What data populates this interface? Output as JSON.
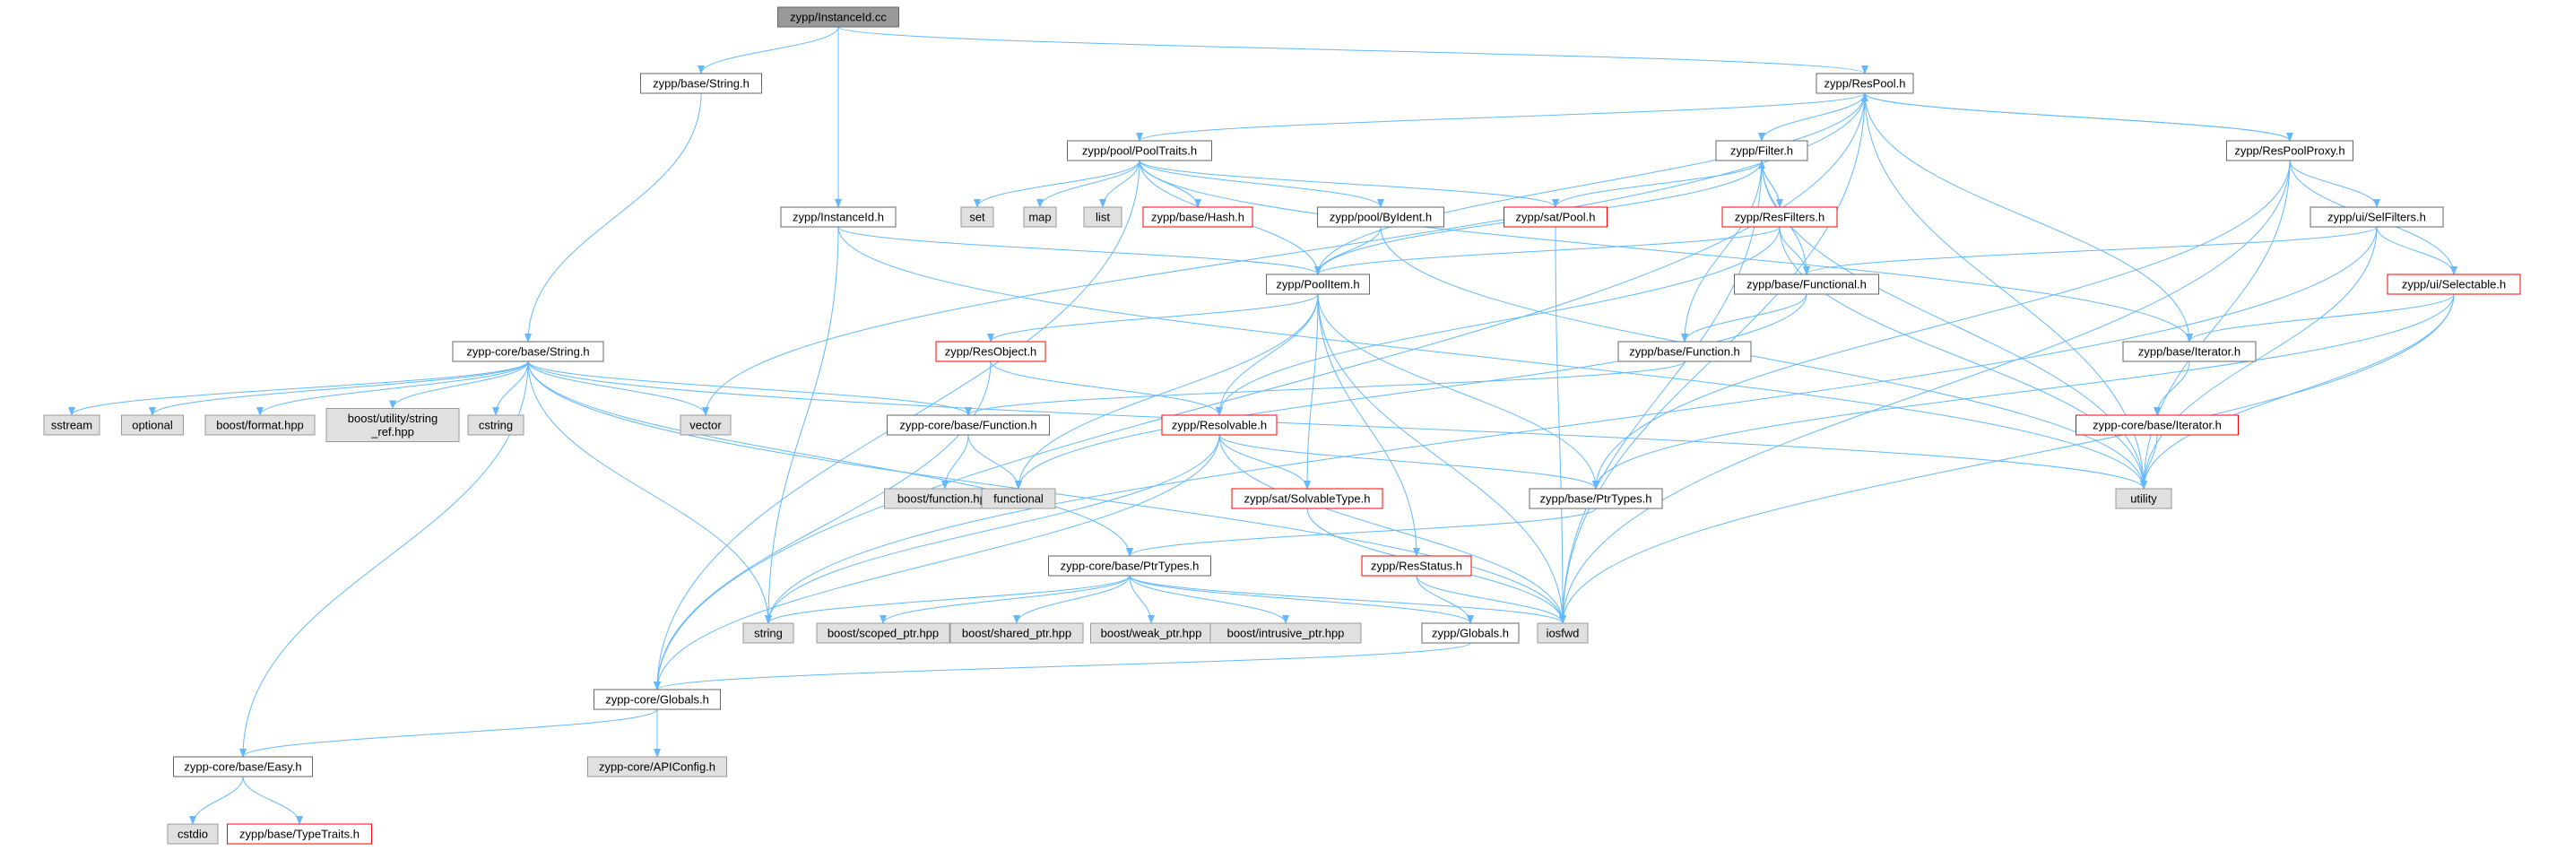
{
  "colors": {
    "edge": "#63b8ff",
    "root_fill": "#999999",
    "root_border": "#666666",
    "normal_fill": "#ffffff",
    "normal_border": "#666666",
    "external_fill": "#e0e0e0",
    "external_border": "#999999",
    "truncated_border": "#ff0000",
    "text": "#000000"
  },
  "nodes": [
    {
      "id": "instanceid_cc",
      "label": "zypp/InstanceId.cc",
      "kind": "root"
    },
    {
      "id": "base_string_h",
      "label": "zypp/base/String.h",
      "kind": "normal"
    },
    {
      "id": "respool_h",
      "label": "zypp/ResPool.h",
      "kind": "normal"
    },
    {
      "id": "pooltraits_h",
      "label": "zypp/pool/PoolTraits.h",
      "kind": "normal"
    },
    {
      "id": "filter_h",
      "label": "zypp/Filter.h",
      "kind": "normal"
    },
    {
      "id": "respoolproxy_h",
      "label": "zypp/ResPoolProxy.h",
      "kind": "normal"
    },
    {
      "id": "instanceid_h",
      "label": "zypp/InstanceId.h",
      "kind": "normal"
    },
    {
      "id": "set",
      "label": "set",
      "kind": "external"
    },
    {
      "id": "map",
      "label": "map",
      "kind": "external"
    },
    {
      "id": "list",
      "label": "list",
      "kind": "external"
    },
    {
      "id": "hash_h",
      "label": "zypp/base/Hash.h",
      "kind": "truncated"
    },
    {
      "id": "poolbyident_h",
      "label": "zypp/pool/ByIdent.h",
      "kind": "normal"
    },
    {
      "id": "sat_pool_h",
      "label": "zypp/sat/Pool.h",
      "kind": "truncated"
    },
    {
      "id": "resfilters_h",
      "label": "zypp/ResFilters.h",
      "kind": "truncated"
    },
    {
      "id": "selfilters_h",
      "label": "zypp/ui/SelFilters.h",
      "kind": "normal"
    },
    {
      "id": "functional_h",
      "label": "zypp/base/Functional.h",
      "kind": "normal"
    },
    {
      "id": "selectable_h",
      "label": "zypp/ui/Selectable.h",
      "kind": "truncated"
    },
    {
      "id": "poolitem_h",
      "label": "zypp/PoolItem.h",
      "kind": "normal"
    },
    {
      "id": "core_string_h",
      "label": "zypp-core/base/String.h",
      "kind": "normal"
    },
    {
      "id": "resobject_h",
      "label": "zypp/ResObject.h",
      "kind": "truncated"
    },
    {
      "id": "base_function_h",
      "label": "zypp/base/Function.h",
      "kind": "normal"
    },
    {
      "id": "base_iterator_h",
      "label": "zypp/base/Iterator.h",
      "kind": "normal"
    },
    {
      "id": "sstream",
      "label": "sstream",
      "kind": "external"
    },
    {
      "id": "optional",
      "label": "optional",
      "kind": "external"
    },
    {
      "id": "boost_format",
      "label": "boost/format.hpp",
      "kind": "external"
    },
    {
      "id": "boost_string_ref",
      "label": "boost/utility/string_ref.hpp",
      "kind": "external",
      "lines": [
        "boost/utility/string",
        "_ref.hpp"
      ]
    },
    {
      "id": "cstring",
      "label": "cstring",
      "kind": "external"
    },
    {
      "id": "vector",
      "label": "vector",
      "kind": "external"
    },
    {
      "id": "core_function_h",
      "label": "zypp-core/base/Function.h",
      "kind": "normal"
    },
    {
      "id": "resolvable_h",
      "label": "zypp/Resolvable.h",
      "kind": "truncated"
    },
    {
      "id": "core_iterator_h",
      "label": "zypp-core/base/Iterator.h",
      "kind": "truncated"
    },
    {
      "id": "boost_function",
      "label": "boost/function.hpp",
      "kind": "external"
    },
    {
      "id": "functional",
      "label": "functional",
      "kind": "external"
    },
    {
      "id": "solvabletype_h",
      "label": "zypp/sat/SolvableType.h",
      "kind": "truncated"
    },
    {
      "id": "base_ptrtypes_h",
      "label": "zypp/base/PtrTypes.h",
      "kind": "normal"
    },
    {
      "id": "utility",
      "label": "utility",
      "kind": "external"
    },
    {
      "id": "core_ptrtypes_h",
      "label": "zypp-core/base/PtrTypes.h",
      "kind": "normal"
    },
    {
      "id": "resstatus_h",
      "label": "zypp/ResStatus.h",
      "kind": "truncated"
    },
    {
      "id": "string",
      "label": "string",
      "kind": "external"
    },
    {
      "id": "boost_scoped",
      "label": "boost/scoped_ptr.hpp",
      "kind": "external"
    },
    {
      "id": "boost_shared",
      "label": "boost/shared_ptr.hpp",
      "kind": "external"
    },
    {
      "id": "boost_weak",
      "label": "boost/weak_ptr.hpp",
      "kind": "external"
    },
    {
      "id": "boost_intrusive",
      "label": "boost/intrusive_ptr.hpp",
      "kind": "external"
    },
    {
      "id": "globals_h",
      "label": "zypp/Globals.h",
      "kind": "normal"
    },
    {
      "id": "iosfwd",
      "label": "iosfwd",
      "kind": "external"
    },
    {
      "id": "core_globals_h",
      "label": "zypp-core/Globals.h",
      "kind": "normal"
    },
    {
      "id": "apiconfig_h",
      "label": "zypp-core/APIConfig.h",
      "kind": "external"
    },
    {
      "id": "easy_h",
      "label": "zypp-core/base/Easy.h",
      "kind": "normal"
    },
    {
      "id": "cstdio",
      "label": "cstdio",
      "kind": "external"
    },
    {
      "id": "typetraits_h",
      "label": "zypp/base/TypeTraits.h",
      "kind": "truncated"
    }
  ],
  "edges": [
    [
      "instanceid_cc",
      "base_string_h"
    ],
    [
      "instanceid_cc",
      "respool_h"
    ],
    [
      "instanceid_cc",
      "instanceid_h"
    ],
    [
      "base_string_h",
      "core_string_h"
    ],
    [
      "respool_h",
      "pooltraits_h"
    ],
    [
      "respool_h",
      "filter_h"
    ],
    [
      "respool_h",
      "respoolproxy_h"
    ],
    [
      "respool_h",
      "poolitem_h"
    ],
    [
      "respool_h",
      "base_iterator_h"
    ],
    [
      "respool_h",
      "utility"
    ],
    [
      "respool_h",
      "iosfwd"
    ],
    [
      "respool_h",
      "core_globals_h"
    ],
    [
      "respool_h",
      "vector"
    ],
    [
      "pooltraits_h",
      "set"
    ],
    [
      "pooltraits_h",
      "map"
    ],
    [
      "pooltraits_h",
      "list"
    ],
    [
      "pooltraits_h",
      "hash_h"
    ],
    [
      "pooltraits_h",
      "poolbyident_h"
    ],
    [
      "pooltraits_h",
      "sat_pool_h"
    ],
    [
      "pooltraits_h",
      "poolitem_h"
    ],
    [
      "pooltraits_h",
      "base_iterator_h"
    ],
    [
      "pooltraits_h",
      "core_globals_h"
    ],
    [
      "filter_h",
      "resfilters_h"
    ],
    [
      "filter_h",
      "sat_pool_h"
    ],
    [
      "filter_h",
      "functional_h"
    ],
    [
      "filter_h",
      "base_function_h"
    ],
    [
      "filter_h",
      "poolitem_h"
    ],
    [
      "filter_h",
      "utility"
    ],
    [
      "filter_h",
      "iosfwd"
    ],
    [
      "respoolproxy_h",
      "respool_h"
    ],
    [
      "respoolproxy_h",
      "selfilters_h"
    ],
    [
      "respoolproxy_h",
      "selectable_h"
    ],
    [
      "respoolproxy_h",
      "base_ptrtypes_h"
    ],
    [
      "respoolproxy_h",
      "utility"
    ],
    [
      "respoolproxy_h",
      "iosfwd"
    ],
    [
      "instanceid_h",
      "poolitem_h"
    ],
    [
      "instanceid_h",
      "string"
    ],
    [
      "instanceid_h",
      "utility"
    ],
    [
      "poolbyident_h",
      "poolitem_h"
    ],
    [
      "poolbyident_h",
      "utility"
    ],
    [
      "sat_pool_h",
      "iosfwd"
    ],
    [
      "resfilters_h",
      "filter_h"
    ],
    [
      "resfilters_h",
      "functional_h"
    ],
    [
      "resfilters_h",
      "poolitem_h"
    ],
    [
      "resfilters_h",
      "resolvable_h"
    ],
    [
      "resfilters_h",
      "utility"
    ],
    [
      "selfilters_h",
      "functional_h"
    ],
    [
      "selfilters_h",
      "selectable_h"
    ],
    [
      "selfilters_h",
      "utility"
    ],
    [
      "selfilters_h",
      "string"
    ],
    [
      "functional_h",
      "base_function_h"
    ],
    [
      "functional_h",
      "functional"
    ],
    [
      "selectable_h",
      "base_iterator_h"
    ],
    [
      "selectable_h",
      "base_ptrtypes_h"
    ],
    [
      "selectable_h",
      "utility"
    ],
    [
      "selectable_h",
      "iosfwd"
    ],
    [
      "poolitem_h",
      "resobject_h"
    ],
    [
      "poolitem_h",
      "resolvable_h"
    ],
    [
      "poolitem_h",
      "solvabletype_h"
    ],
    [
      "poolitem_h",
      "base_ptrtypes_h"
    ],
    [
      "poolitem_h",
      "resstatus_h"
    ],
    [
      "poolitem_h",
      "functional"
    ],
    [
      "poolitem_h",
      "iosfwd"
    ],
    [
      "core_string_h",
      "sstream"
    ],
    [
      "core_string_h",
      "optional"
    ],
    [
      "core_string_h",
      "boost_format"
    ],
    [
      "core_string_h",
      "boost_string_ref"
    ],
    [
      "core_string_h",
      "cstring"
    ],
    [
      "core_string_h",
      "vector"
    ],
    [
      "core_string_h",
      "core_function_h"
    ],
    [
      "core_string_h",
      "core_ptrtypes_h"
    ],
    [
      "core_string_h",
      "string"
    ],
    [
      "core_string_h",
      "iosfwd"
    ],
    [
      "core_string_h",
      "easy_h"
    ],
    [
      "core_string_h",
      "utility"
    ],
    [
      "resobject_h",
      "resolvable_h"
    ],
    [
      "resobject_h",
      "core_globals_h"
    ],
    [
      "base_function_h",
      "core_function_h"
    ],
    [
      "base_iterator_h",
      "core_iterator_h"
    ],
    [
      "core_iterator_h",
      "utility"
    ],
    [
      "core_function_h",
      "boost_function"
    ],
    [
      "core_function_h",
      "functional"
    ],
    [
      "resolvable_h",
      "solvabletype_h"
    ],
    [
      "resolvable_h",
      "base_ptrtypes_h"
    ],
    [
      "resolvable_h",
      "string"
    ],
    [
      "resolvable_h",
      "iosfwd"
    ],
    [
      "resolvable_h",
      "core_globals_h"
    ],
    [
      "solvabletype_h",
      "iosfwd"
    ],
    [
      "base_ptrtypes_h",
      "core_ptrtypes_h"
    ],
    [
      "core_ptrtypes_h",
      "string"
    ],
    [
      "core_ptrtypes_h",
      "boost_scoped"
    ],
    [
      "core_ptrtypes_h",
      "boost_shared"
    ],
    [
      "core_ptrtypes_h",
      "boost_weak"
    ],
    [
      "core_ptrtypes_h",
      "boost_intrusive"
    ],
    [
      "core_ptrtypes_h",
      "globals_h"
    ],
    [
      "core_ptrtypes_h",
      "iosfwd"
    ],
    [
      "resstatus_h",
      "globals_h"
    ],
    [
      "resstatus_h",
      "iosfwd"
    ],
    [
      "globals_h",
      "core_globals_h"
    ],
    [
      "core_globals_h",
      "apiconfig_h"
    ],
    [
      "core_globals_h",
      "easy_h"
    ],
    [
      "easy_h",
      "cstdio"
    ],
    [
      "easy_h",
      "typetraits_h"
    ]
  ]
}
